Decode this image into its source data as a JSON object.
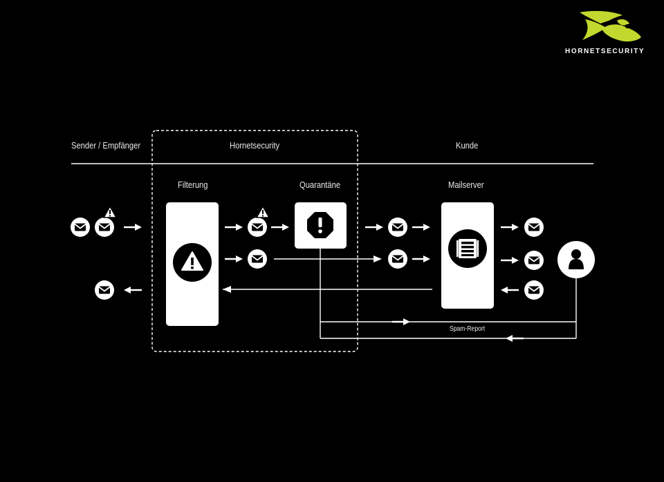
{
  "brand": {
    "name": "HORNETSECURITY",
    "accent": "#c3d82e"
  },
  "zones": {
    "sender": "Sender / Empfänger",
    "hornetsecurity": "Hornetsecurity",
    "kunde": "Kunde"
  },
  "nodes": {
    "filtering": "Filterung",
    "quarantine": "Quarantäne",
    "mailserver": "Mailserver"
  },
  "links": {
    "spam_report": "Spam-Report"
  },
  "icons": [
    "mail-icon",
    "warning-icon",
    "stop-icon",
    "server-icon",
    "user-icon",
    "arrow-icon"
  ]
}
